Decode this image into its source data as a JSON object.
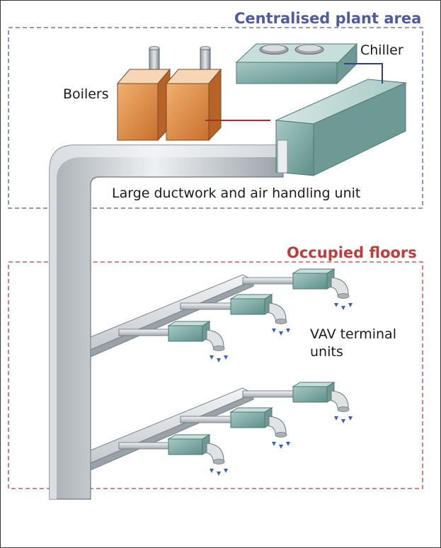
{
  "colors": {
    "plant_zone": "#4b5ba6",
    "occupied_zone": "#c23b3b",
    "duct": "#cfd4d8",
    "unit": "#7fa9a4",
    "boiler": "#e08c45",
    "air_outlet": "#3a5fc4"
  },
  "plant_area": {
    "title": "Centralised plant area",
    "boilers_label": "Boilers",
    "chiller_label": "Chiller",
    "ahu_label": "Large ductwork and air handling unit"
  },
  "occupied_area": {
    "title": "Occupied floors",
    "vav_label_line1": "VAV terminal",
    "vav_label_line2": "units"
  }
}
